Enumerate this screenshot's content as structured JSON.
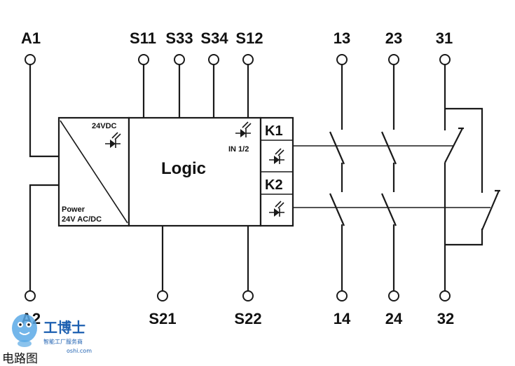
{
  "terminals_top": [
    "A1",
    "S11",
    "S33",
    "S34",
    "S12",
    "13",
    "23",
    "31"
  ],
  "terminals_bottom": [
    "A2",
    "S21",
    "S22",
    "14",
    "24",
    "32"
  ],
  "power_block": {
    "supply_label": "24VDC",
    "power_label_line1": "Power",
    "power_label_line2": "24V AC/DC"
  },
  "logic_block": {
    "title": "Logic",
    "input_label": "IN 1/2"
  },
  "relays": [
    "K1",
    "K2"
  ],
  "watermark": {
    "text": "工博士",
    "subtext": "智能工厂服务商",
    "url_fragment": "oshi.com"
  },
  "caption": "电路图"
}
